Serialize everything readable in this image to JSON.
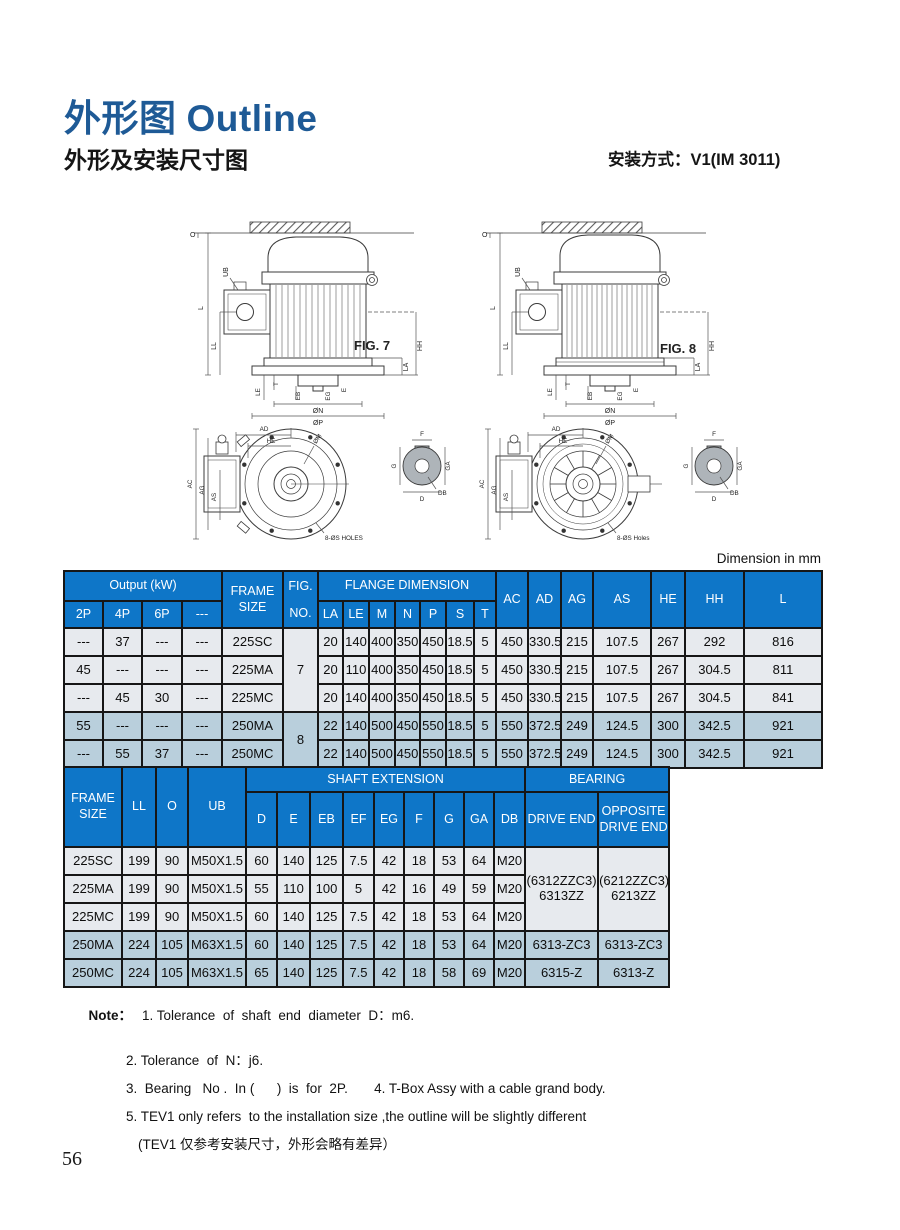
{
  "page": {
    "title_zh": "外形图",
    "title_en": "Outline",
    "subtitle": "外形及安装尺寸图",
    "mount_type": "安装方式：V1(IM 3011)",
    "dimension_note": "Dimension in  mm",
    "page_number": "56"
  },
  "figures": {
    "fig7": {
      "label": "FIG. 7",
      "holes": "8-ØS HOLES"
    },
    "fig8": {
      "label": "FIG. 8",
      "holes": "8-ØS Holes"
    },
    "side": {
      "o": "O",
      "l": "L",
      "ll": "LL",
      "ub": "UB",
      "hh": "HH",
      "la": "LA",
      "t": "T",
      "le": "LE",
      "eb": "EB",
      "eg": "EG",
      "e": "E",
      "n": "ØN",
      "p": "ØP"
    },
    "bottom": {
      "ad": "AD",
      "he": "HE",
      "m": "ØM",
      "ac": "AC",
      "ag": "AG",
      "as": "AS"
    },
    "shaft": {
      "f": "F",
      "g": "G",
      "ga": "GA",
      "d": "D",
      "db": "DB"
    }
  },
  "table1": {
    "header": {
      "output": "Output (kW)",
      "frame_size": "FRAME\nSIZE",
      "fig_no": "FIG.\nNO.",
      "flange": "FLANGE DIMENSION"
    },
    "single": [
      "AC",
      "AD",
      "AG",
      "AS",
      "HE",
      "HH",
      "L"
    ],
    "sub": [
      "2P",
      "4P",
      "6P",
      "---"
    ],
    "flange_sub": [
      "LA",
      "LE",
      "M",
      "N",
      "P",
      "S",
      "T"
    ],
    "rows": [
      {
        "tone": "light",
        "cells": [
          "---",
          "37",
          "---",
          "---",
          "225SC",
          {
            "t": "7",
            "rs": 3
          },
          "20",
          "140",
          "400",
          "350",
          "450",
          "18.5",
          "5",
          "450",
          "330.5",
          "215",
          "107.5",
          "267",
          "292",
          "816"
        ]
      },
      {
        "tone": "light",
        "cells": [
          "45",
          "---",
          "---",
          "---",
          "225MA",
          "20",
          "110",
          "400",
          "350",
          "450",
          "18.5",
          "5",
          "450",
          "330.5",
          "215",
          "107.5",
          "267",
          "304.5",
          "811"
        ]
      },
      {
        "tone": "light",
        "cells": [
          "---",
          "45",
          "30",
          "---",
          "225MC",
          "20",
          "140",
          "400",
          "350",
          "450",
          "18.5",
          "5",
          "450",
          "330.5",
          "215",
          "107.5",
          "267",
          "304.5",
          "841"
        ]
      },
      {
        "tone": "blue",
        "cells": [
          "55",
          "---",
          "---",
          "---",
          "250MA",
          {
            "t": "8",
            "rs": 2
          },
          "22",
          "140",
          "500",
          "450",
          "550",
          "18.5",
          "5",
          "550",
          "372.5",
          "249",
          "124.5",
          "300",
          "342.5",
          "921"
        ]
      },
      {
        "tone": "blue",
        "cells": [
          "---",
          "55",
          "37",
          "---",
          "250MC",
          "22",
          "140",
          "500",
          "450",
          "550",
          "18.5",
          "5",
          "550",
          "372.5",
          "249",
          "124.5",
          "300",
          "342.5",
          "921"
        ]
      }
    ]
  },
  "table2": {
    "header": {
      "frame_size": "FRAME\nSIZE",
      "ll": "LL",
      "o": "O",
      "ub": "UB",
      "shaft": "SHAFT  EXTENSION",
      "bearing": "BEARING"
    },
    "shaft_sub": [
      "D",
      "E",
      "EB",
      "EF",
      "EG",
      "F",
      "G",
      "GA",
      "DB"
    ],
    "bearing_sub": [
      "DRIVE END",
      "OPPOSITE\nDRIVE  END"
    ],
    "rows": [
      {
        "tone": "light",
        "cells": [
          "225SC",
          "199",
          "90",
          "M50X1.5",
          "60",
          "140",
          "125",
          "7.5",
          "42",
          "18",
          "53",
          "64",
          "M20",
          {
            "t": "(6312ZZC3)\n6313ZZ",
            "rs": 3
          },
          {
            "t": "(6212ZZC3)\n6213ZZ",
            "rs": 3
          }
        ]
      },
      {
        "tone": "light",
        "cells": [
          "225MA",
          "199",
          "90",
          "M50X1.5",
          "55",
          "110",
          "100",
          "5",
          "42",
          "16",
          "49",
          "59",
          "M20"
        ]
      },
      {
        "tone": "light",
        "cells": [
          "225MC",
          "199",
          "90",
          "M50X1.5",
          "60",
          "140",
          "125",
          "7.5",
          "42",
          "18",
          "53",
          "64",
          "M20"
        ]
      },
      {
        "tone": "blue",
        "cells": [
          "250MA",
          "224",
          "105",
          "M63X1.5",
          "60",
          "140",
          "125",
          "7.5",
          "42",
          "18",
          "53",
          "64",
          "M20",
          "6313-ZC3",
          "6313-ZC3"
        ]
      },
      {
        "tone": "blue",
        "cells": [
          "250MC",
          "224",
          "105",
          "M63X1.5",
          "65",
          "140",
          "125",
          "7.5",
          "42",
          "18",
          "58",
          "69",
          "M20",
          "6315-Z",
          "6313-Z"
        ]
      }
    ]
  },
  "notes": {
    "label": "Note：",
    "lines": [
      "1. Tolerance  of  shaft  end  diameter  D：m6.",
      "2. Tolerance  of  N：j6.",
      "3.  Bearing   No .  In (      )  is  for  2P.       4. T-Box Assy with a cable grand body.",
      "5. TEV1 only refers  to the installation size ,the outline will be slightly different",
      "(TEV1 仅参考安装尺寸，外形会略有差异）"
    ]
  }
}
